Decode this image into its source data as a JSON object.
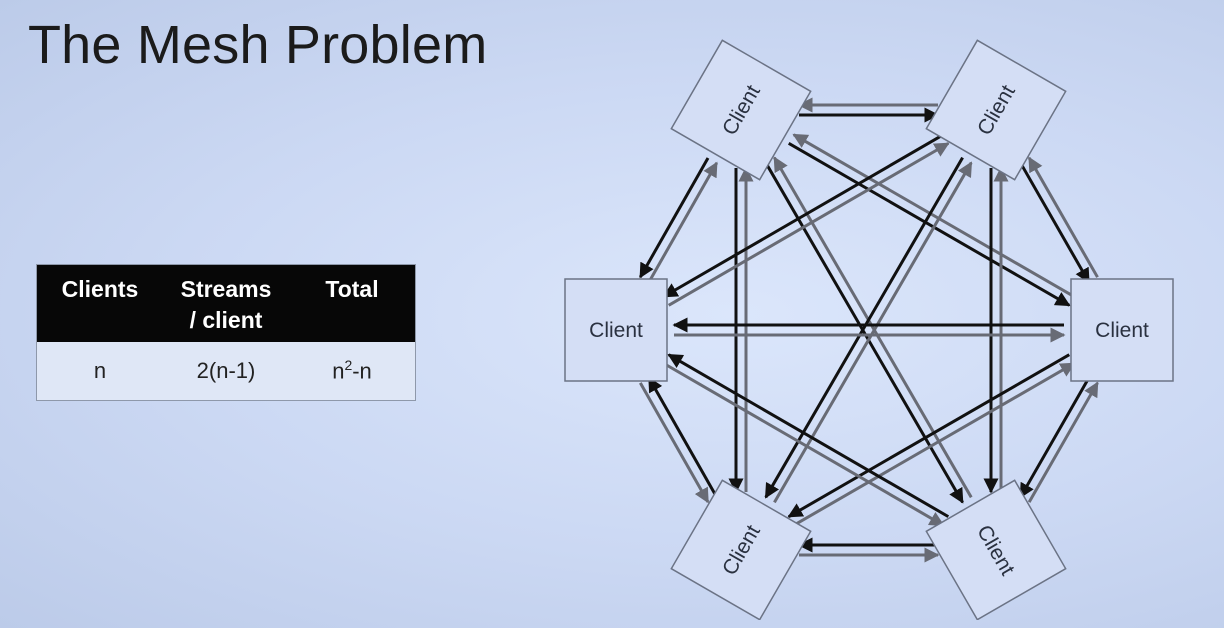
{
  "title": "The Mesh Problem",
  "table": {
    "headers": {
      "clients": "Clients",
      "streams_line1": "Streams",
      "streams_line2": "/ client",
      "total": "Total"
    },
    "row": {
      "clients": "n",
      "streams": "2(n-1)",
      "total_base": "n",
      "total_sup": "2",
      "total_rest": "-n"
    }
  },
  "diagram": {
    "nodes": [
      {
        "id": "top-left",
        "label": "Client"
      },
      {
        "id": "top-right",
        "label": "Client"
      },
      {
        "id": "right",
        "label": "Client"
      },
      {
        "id": "bottom-right",
        "label": "Client"
      },
      {
        "id": "bottom-left",
        "label": "Client"
      },
      {
        "id": "left",
        "label": "Client"
      }
    ],
    "colors": {
      "dark_arrow": "#111111",
      "light_arrow": "#686b75",
      "node_fill": "#d4def5",
      "node_stroke": "#6b7385"
    }
  }
}
